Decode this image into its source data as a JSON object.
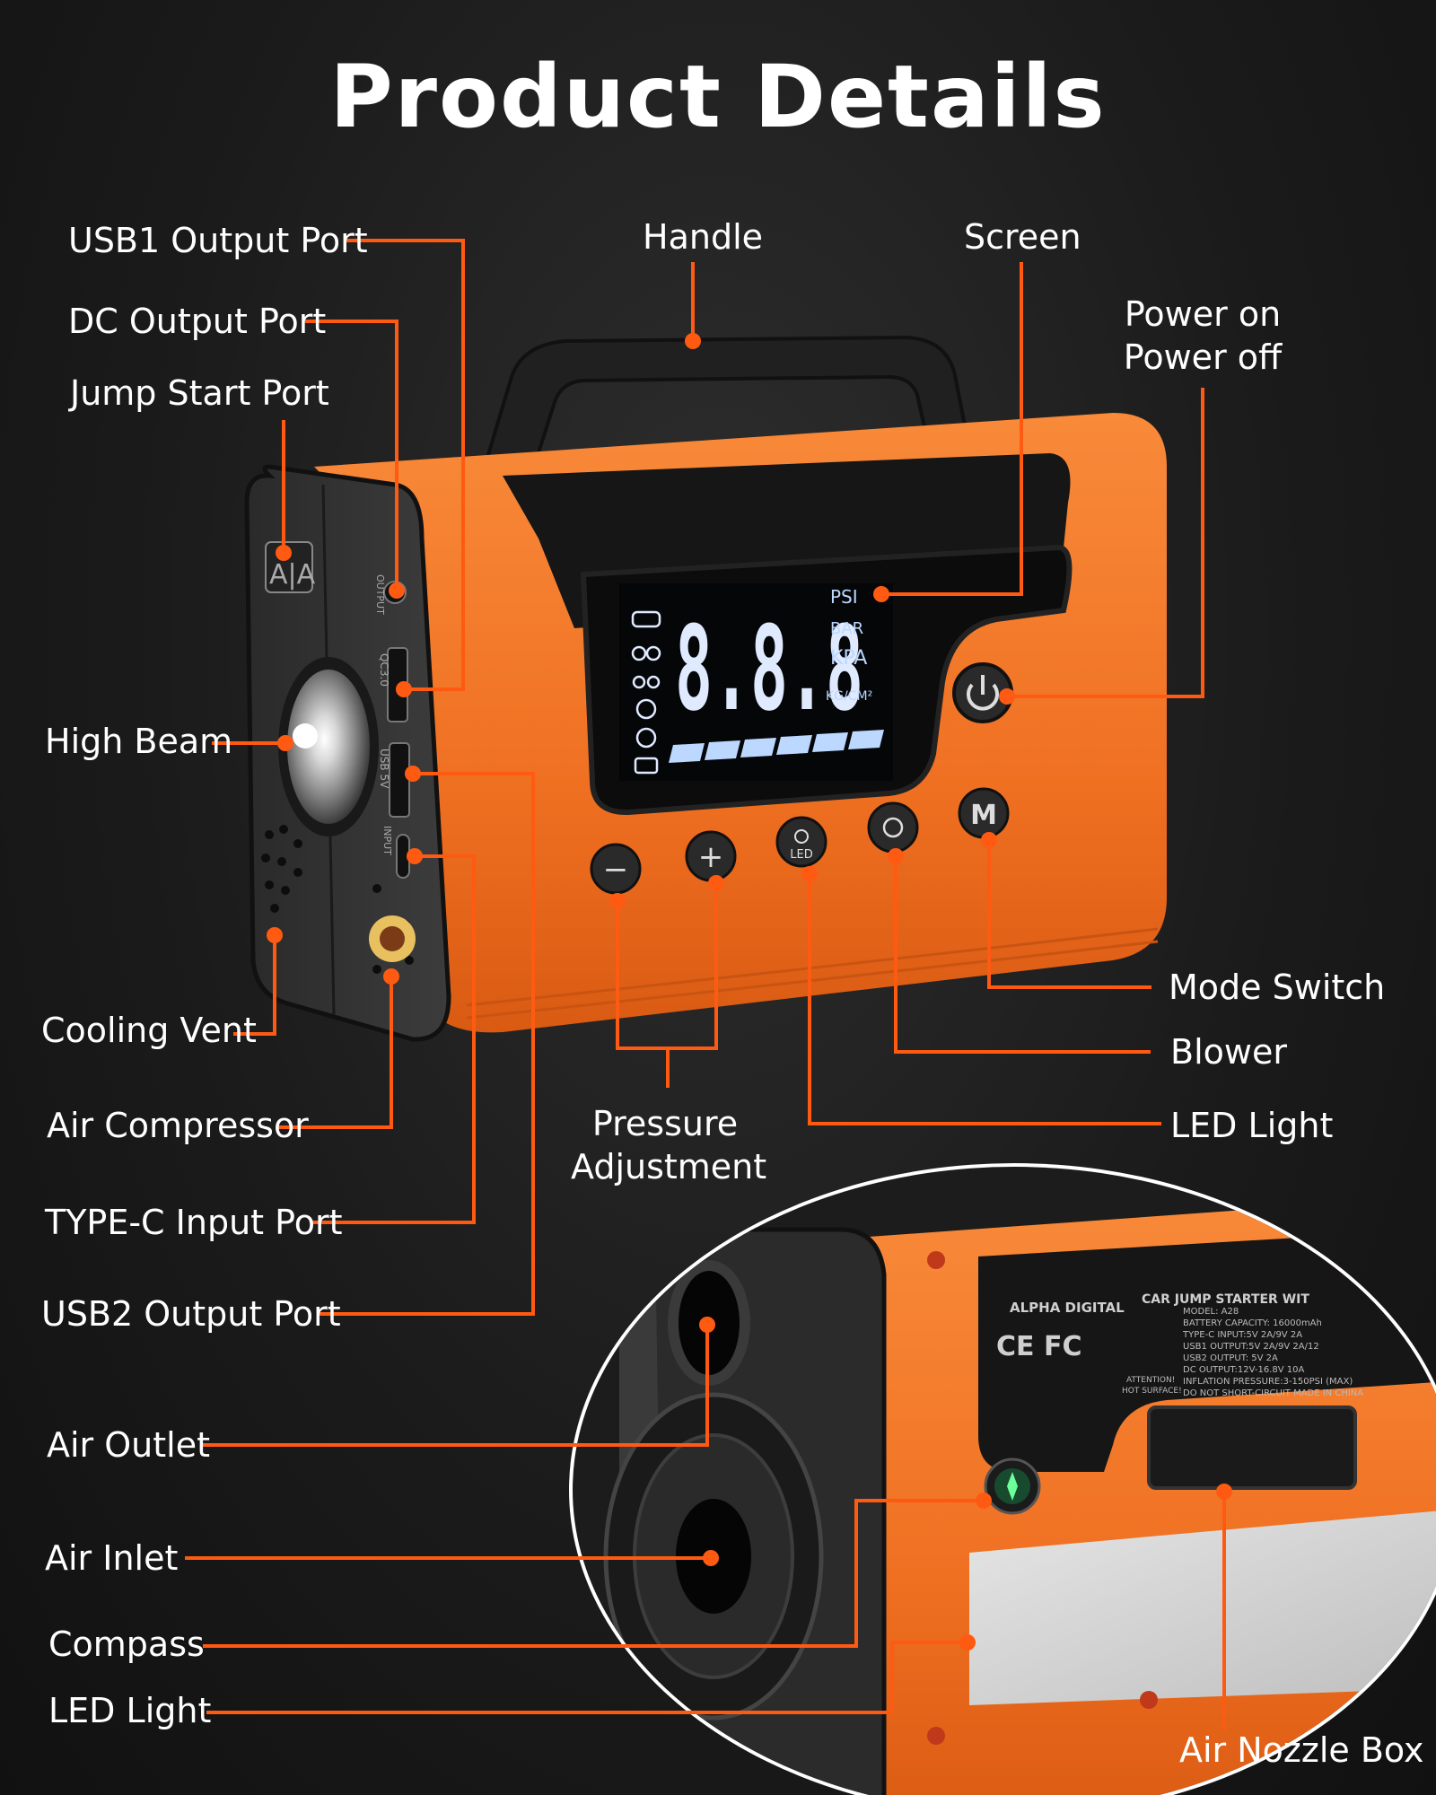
{
  "title": "Product Details",
  "labels": {
    "usb1": "USB1 Output Port",
    "dc": "DC Output Port",
    "jump": "Jump Start Port",
    "highbeam": "High Beam",
    "cooling": "Cooling Vent",
    "aircomp": "Air Compressor",
    "typec": "TYPE-C Input Port",
    "usb2": "USB2 Output Port",
    "handle": "Handle",
    "screen": "Screen",
    "power_line1": "Power on",
    "power_line2": "Power off",
    "mode": "Mode Switch",
    "blower": "Blower",
    "led_light": "LED Light",
    "pressure_line1": "Pressure",
    "pressure_line2": "Adjustment",
    "air_outlet": "Air Outlet",
    "air_inlet": "Air Inlet",
    "compass": "Compass",
    "led_light_2": "LED Light",
    "nozzle_box": "Air Nozzle Box"
  },
  "device": {
    "display_digits": "8.8.8",
    "units": [
      "PSI",
      "BAR",
      "KPA",
      "KG/CM²"
    ],
    "led_button": "LED",
    "mode_button": "M",
    "minus_button": "−",
    "plus_button": "+",
    "side_output": "OUTPUT",
    "side_usb1": "QC3.0",
    "side_usb2": "USB 5V",
    "side_input": "INPUT"
  },
  "inset": {
    "brand": "ALPHA DIGITAL",
    "spec_title": "CAR JUMP STARTER WIT",
    "spec_lines": [
      "MODEL: A28",
      "BATTERY CAPACITY: 16000mAh",
      "TYPE-C INPUT:5V 2A/9V 2A",
      "USB1 OUTPUT:5V 2A/9V 2A/12",
      "USB2 OUTPUT: 5V 2A",
      "DC OUTPUT:12V-16.8V 10A",
      "INFLATION PRESSURE:3-150PSI (MAX)",
      "DO NOT SHORT-CIRCUIT  MADE IN CHINA"
    ],
    "cert_marks": "CE FC",
    "attention": "ATTENTION!",
    "hot_surface": "HOT SURFACE!"
  },
  "colors": {
    "accent": "#ff5a12",
    "body_orange": "#f47c2a",
    "dark_shell": "#1c1c1c",
    "screen_digits": "#dfeaff",
    "screen_bar": "#bcd8ff"
  }
}
